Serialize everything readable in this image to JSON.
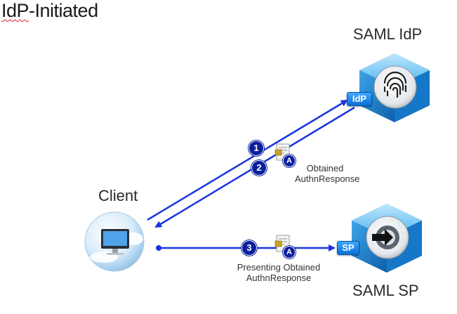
{
  "title": {
    "prefix": "IdP",
    "suffix": "-Initiated"
  },
  "nodes": {
    "idp": {
      "label": "SAML IdP",
      "badge": "IdP"
    },
    "sp": {
      "label": "SAML SP",
      "badge": "SP"
    },
    "client": {
      "label": "Client"
    }
  },
  "steps": [
    "1",
    "2",
    "3"
  ],
  "assertion_badge": "A",
  "annotations": {
    "obtained": [
      "Obtained",
      "AuthnResponse"
    ],
    "presenting": [
      "Presenting Obtained",
      "AuthnResponse"
    ]
  },
  "colors": {
    "arrow": "#1a35e0",
    "step_fill": "#0b1f9e",
    "badge": "#1a8cf0"
  },
  "icons": [
    "fingerprint-icon",
    "gear-lock-icon",
    "computer-cloud-icon",
    "document-lock-icon"
  ]
}
